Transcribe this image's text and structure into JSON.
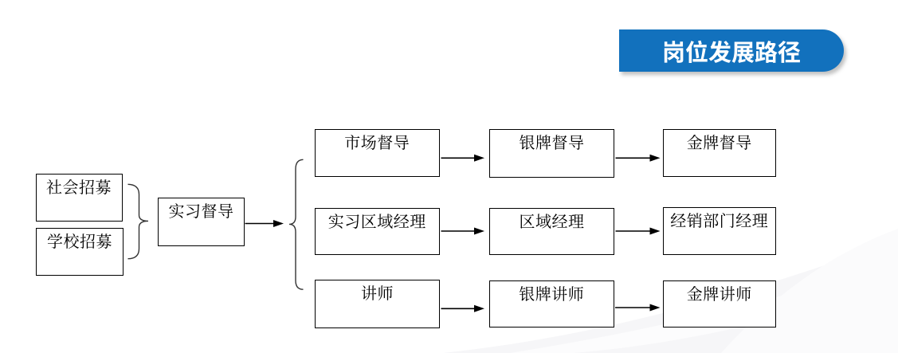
{
  "banner": {
    "label": "岗位发展路径",
    "fill": "#1271bd",
    "text_color": "#ffffff"
  },
  "flow": {
    "sources": [
      {
        "label": "社会招募"
      },
      {
        "label": "学校招募"
      }
    ],
    "entry": {
      "label": "实习督导"
    },
    "rows": [
      {
        "stages": [
          "市场督导",
          "银牌督导",
          "金牌督导"
        ]
      },
      {
        "stages": [
          "实习区域经理",
          "区域经理",
          "经销部门经理"
        ]
      },
      {
        "stages": [
          "讲师",
          "银牌讲师",
          "金牌讲师"
        ]
      }
    ]
  },
  "colors": {
    "box_border": "#000000",
    "connector": "#333333",
    "swoosh_light": "#f6f6f8",
    "swoosh_faint": "#fbfbfc"
  }
}
